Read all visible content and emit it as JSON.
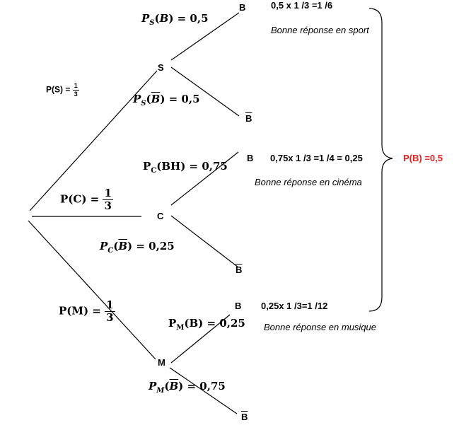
{
  "nodes": {
    "s": "S",
    "c": "C",
    "m": "M",
    "b_sport": "B",
    "bbar_sport": "B",
    "b_cinema": "B",
    "bbar_cinema": "B",
    "b_musique": "B",
    "bbar_musique": "B"
  },
  "first_level": {
    "ps_label": "P(S) =",
    "ps_num": "1",
    "ps_den": "3",
    "pc_label": "P(C) =",
    "pc_num": "1",
    "pc_den": "3",
    "pm_label": "P(M) =",
    "pm_num": "1",
    "pm_den": "3"
  },
  "conditionals": {
    "ps_b": {
      "p": "P",
      "sub": "S",
      "open": "(",
      "event": "B",
      "close": ")",
      "value": " = 0,5"
    },
    "ps_bbar": {
      "p": "P",
      "sub": "S",
      "open": "(",
      "event": "B",
      "close": ")",
      "value": " = 0,5"
    },
    "pc_b": {
      "p": "P",
      "sub": "C",
      "open": "(",
      "event": "BH",
      "close": ")",
      "value": " = 0,75"
    },
    "pc_bbar": {
      "p": "P",
      "sub": "C",
      "open": "(",
      "event": "B",
      "close": ")",
      "value": " = 0,25"
    },
    "pm_b": {
      "p": "P",
      "sub": "M",
      "open": "(",
      "event": "B",
      "close": ")",
      "value": " = 0,25"
    },
    "pm_bbar": {
      "p": "P",
      "sub": "M",
      "open": "(",
      "event": "B",
      "close": ")",
      "value": " = 0,75"
    }
  },
  "calculations": {
    "sport": "0,5 x 1 /3 =1 /6",
    "cinema": "0,75x 1 /3 =1 /4 = 0,25",
    "musique": "0,25x 1 /3=1 /12"
  },
  "notes": {
    "sport": "Bonne réponse en sport",
    "cinema": "Bonne réponse en cinéma",
    "musique": "Bonne réponse en musique"
  },
  "result": {
    "text": "P(B) =0,5",
    "color": "#e02020"
  }
}
